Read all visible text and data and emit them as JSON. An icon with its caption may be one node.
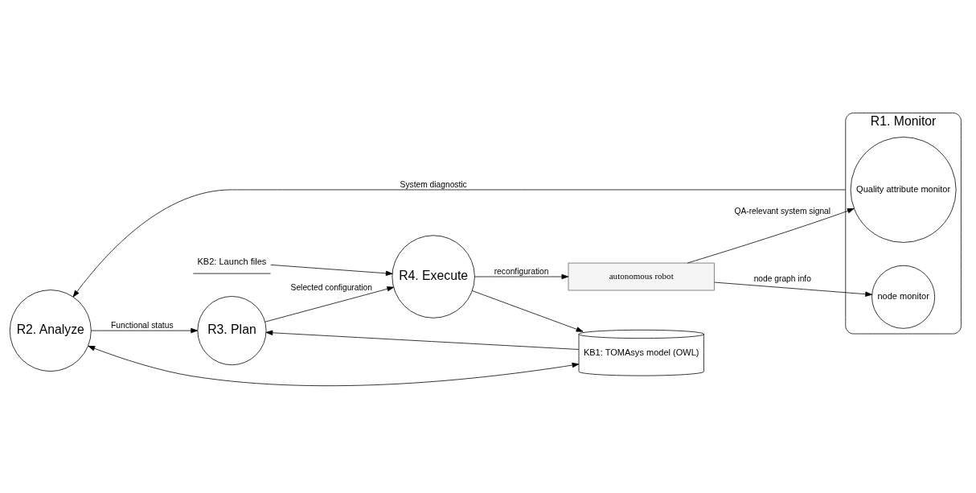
{
  "diagram": {
    "nodes": [
      {
        "text": [
          "R1. Monitor"
        ]
      },
      {
        "text": [
          "Quality attribute monitor"
        ],
        "in": 0
      },
      {
        "text": [
          "node monitor"
        ],
        "in": 0
      },
      {
        "text": [
          "R2. Analyze"
        ]
      },
      {
        "text": [
          "R3. Plan"
        ]
      },
      {
        "text": [
          "R4. Execute"
        ]
      },
      {
        "text": [
          "KB1: TOMAsys model (OWL)"
        ]
      },
      {
        "text": [
          "KB2: Launch files"
        ]
      },
      {
        "text": [
          "autonomous robot"
        ]
      }
    ],
    "edges": [
      {
        "from": 0,
        "to": 3,
        "arrow": "to",
        "label": "System diagnostic"
      },
      {
        "from": 3,
        "to": 4,
        "arrow": "to",
        "label": "Functional status"
      },
      {
        "from": 4,
        "to": 5,
        "arrow": "to",
        "label": "Selected configuration"
      },
      {
        "from": 3,
        "to": 6,
        "arrow": "both"
      },
      {
        "from": 6,
        "to": 4,
        "arrow": "to"
      },
      {
        "from": 5,
        "to": 6,
        "arrow": "to"
      },
      {
        "from": 7,
        "to": 5,
        "arrow": "to"
      },
      {
        "from": 5,
        "to": 8,
        "arrow": "to",
        "label": "reconfiguration"
      },
      {
        "from": 8,
        "to": 2,
        "arrow": "to",
        "label": "node graph info"
      },
      {
        "from": 8,
        "to": 1,
        "arrow": "to",
        "label": "QA-relevant system signal"
      }
    ]
  }
}
